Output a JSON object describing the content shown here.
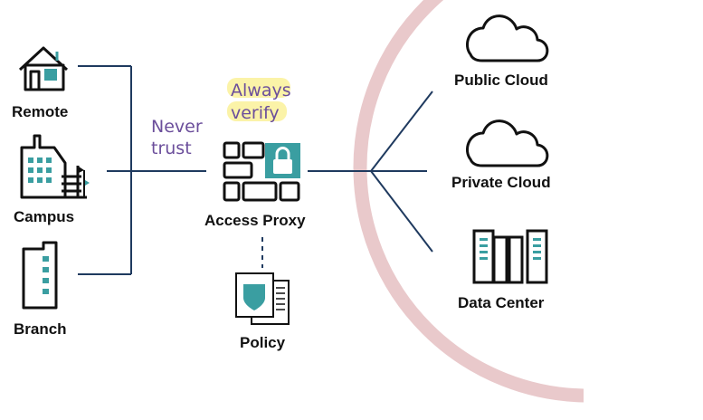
{
  "labels": {
    "remote": "Remote",
    "campus": "Campus",
    "branch": "Branch",
    "access_proxy": "Access Proxy",
    "policy": "Policy",
    "public_cloud": "Public Cloud",
    "private_cloud": "Private Cloud",
    "data_center": "Data Center"
  },
  "annotations": {
    "never_line1": "Never",
    "never_line2": "trust",
    "always_line1": "Always",
    "always_line2": "verify"
  },
  "colors": {
    "teal": "#3a9ea1",
    "navy_line": "#1f3a5f",
    "ring": "#e9c9cb",
    "ink": "#111111",
    "handwriting": "#6b4e9b",
    "highlight": "#fbf3a8"
  },
  "icons": [
    "house-icon",
    "campus-building-icon",
    "branch-building-icon",
    "access-proxy-icon",
    "policy-document-icon",
    "cloud-icon",
    "server-rack-icon"
  ]
}
